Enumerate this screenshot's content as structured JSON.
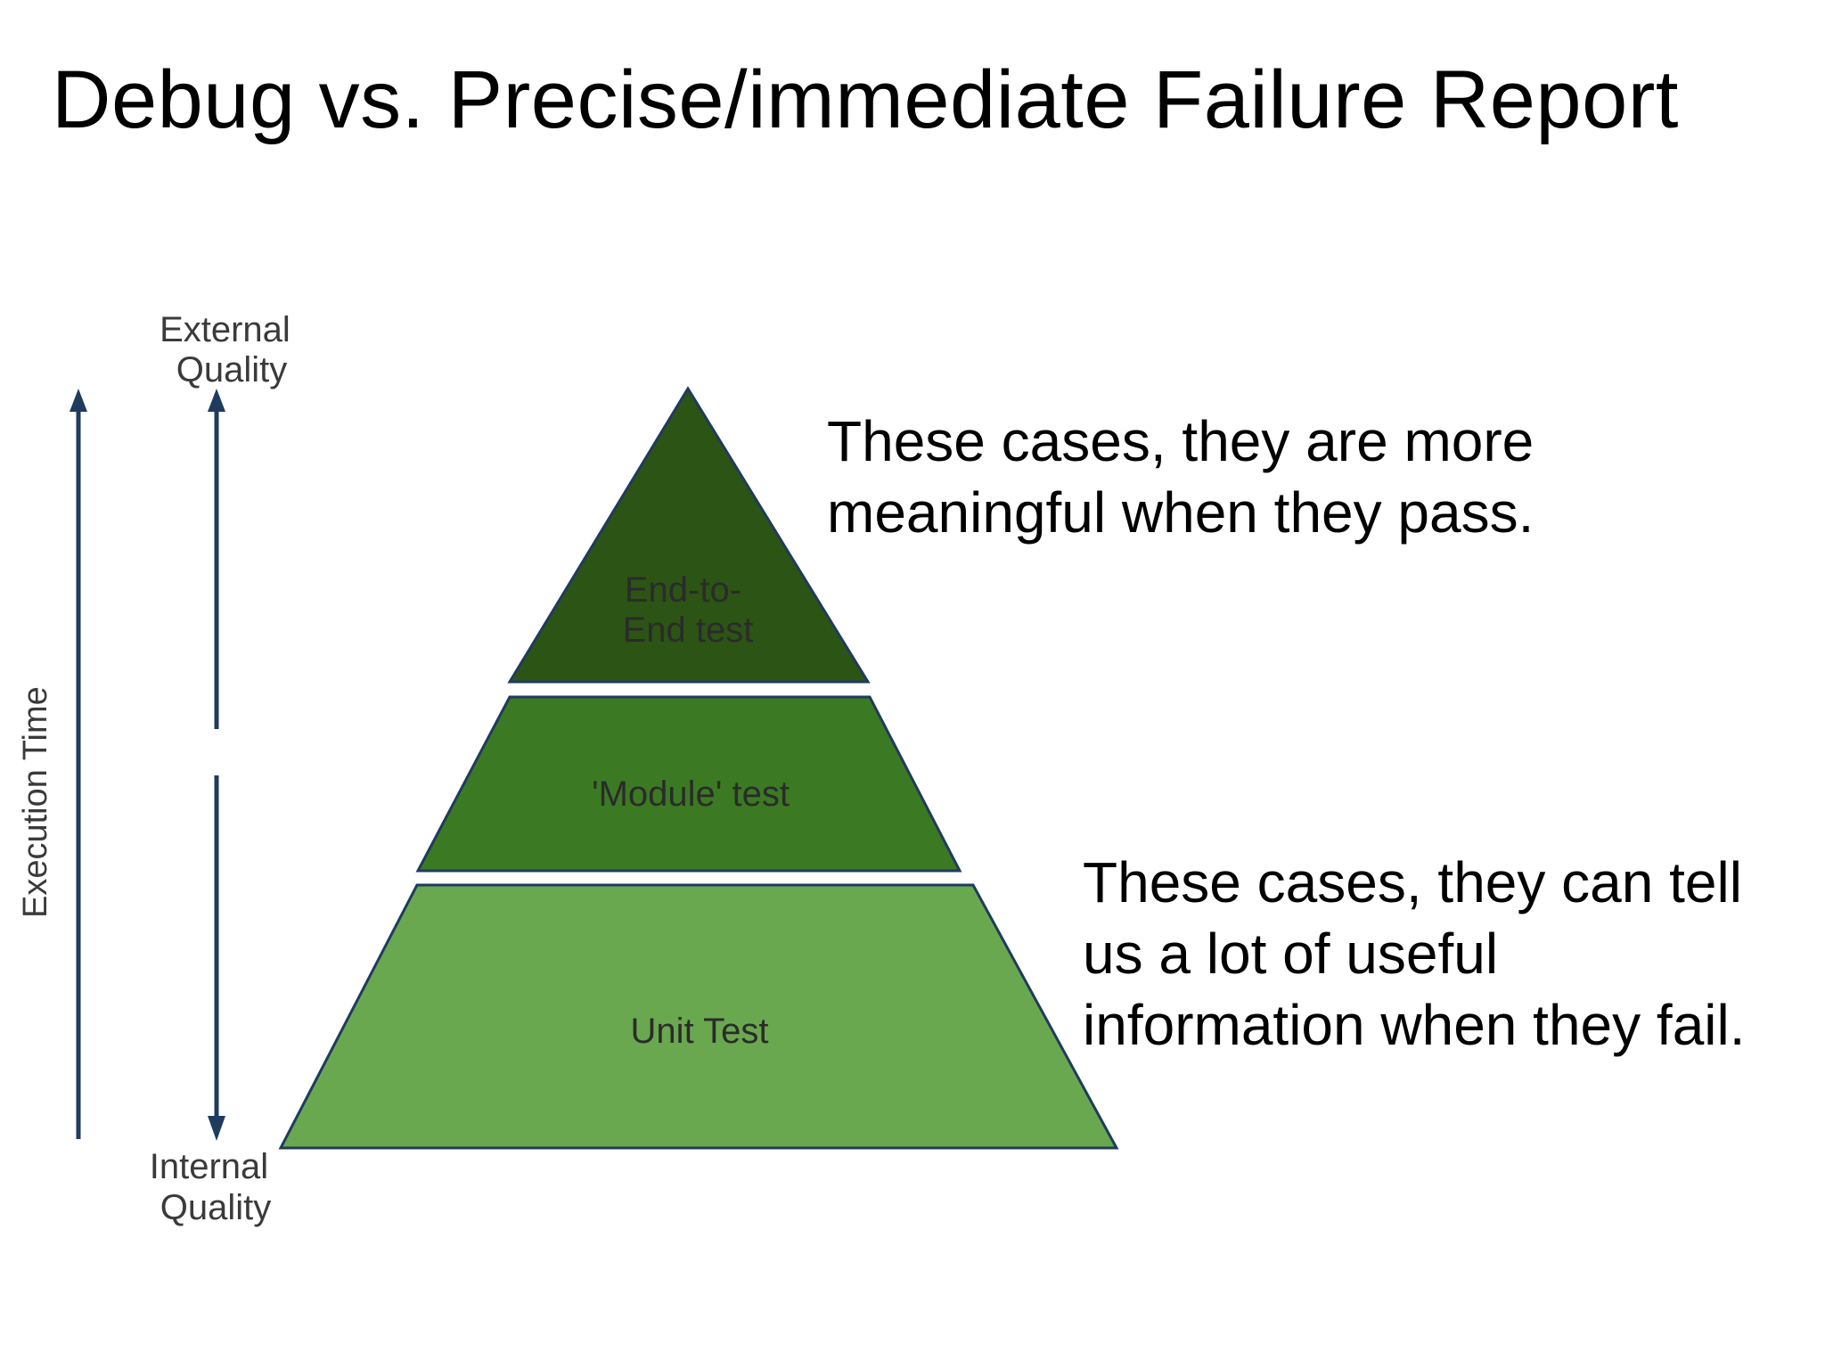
{
  "title": "Debug vs. Precise/immediate Failure Report",
  "axes": {
    "execution_time": "Execution Time",
    "top_label": [
      "External",
      "Quality"
    ],
    "bottom_label": [
      "Internal",
      "Quality"
    ],
    "arrow_color": "#1f3b5e"
  },
  "pyramid": {
    "tiers": [
      {
        "name": "top",
        "lines": [
          "End-to-",
          "End test"
        ],
        "color": "#2c5415"
      },
      {
        "name": "middle",
        "lines": [
          "'Module' test"
        ],
        "color": "#3b7a22"
      },
      {
        "name": "bottom",
        "lines": [
          "Unit Test"
        ],
        "color": "#6aa84f"
      }
    ],
    "outline_color": "#1f3b5e"
  },
  "notes": {
    "top": [
      "These cases, they are more",
      "meaningful when they pass."
    ],
    "bottom": [
      "These cases, they can tell",
      "us a lot of useful",
      "information when they fail."
    ]
  }
}
